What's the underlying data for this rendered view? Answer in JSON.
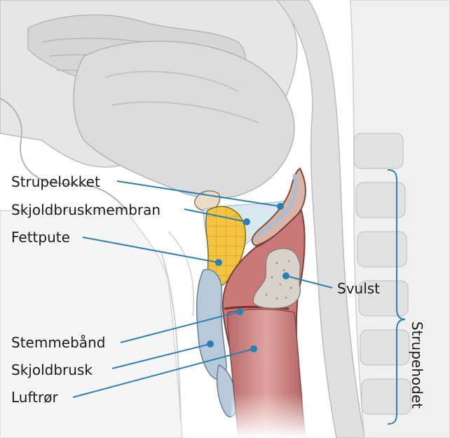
{
  "labels": {
    "epiglottis": "Strupelokket",
    "thyrohyoid_membrane": "Skjoldbruskmembran",
    "fat_pad": "Fettpute",
    "vocal_cords": "Stemmebånd",
    "thyroid_cartilage": "Skjoldbrusk",
    "trachea": "Luftrør",
    "tumor": "Svulst",
    "larynx": "Strupehodet"
  },
  "colors": {
    "leader_line": "#2a7fb5",
    "fat_pad": "#f2c440",
    "mucosa": "#c97a78",
    "tumor": "#d9d2cb",
    "background_anatomy": "#e3e3e3"
  }
}
